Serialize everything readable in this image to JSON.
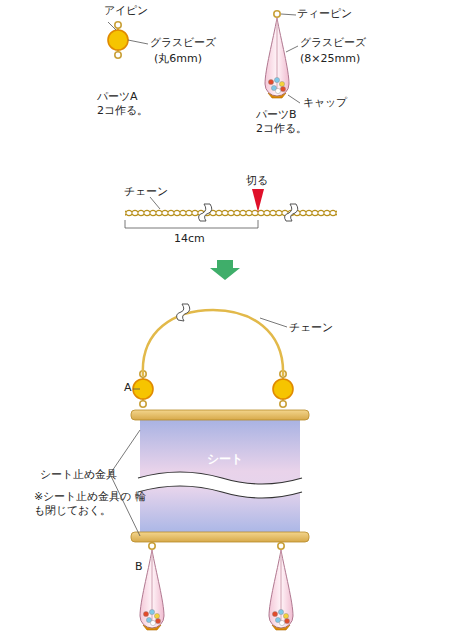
{
  "diagram": {
    "nodes": [
      {
        "text": [
          "シート"
        ]
      }
    ],
    "labels": [
      "アイピン",
      "グラスビーズ",
      "(丸6mm)",
      "パーツA",
      "2コ作る。",
      "ティーピン",
      "グラスビーズ",
      "(8×25mm)",
      "キャップ",
      "パーツB",
      "2コ作る。",
      "切る",
      "チェーン",
      "14cm",
      "チェーン",
      "A",
      "シート止め金具",
      "※シート止め金具の 輪も閉じておく。",
      "B"
    ]
  }
}
